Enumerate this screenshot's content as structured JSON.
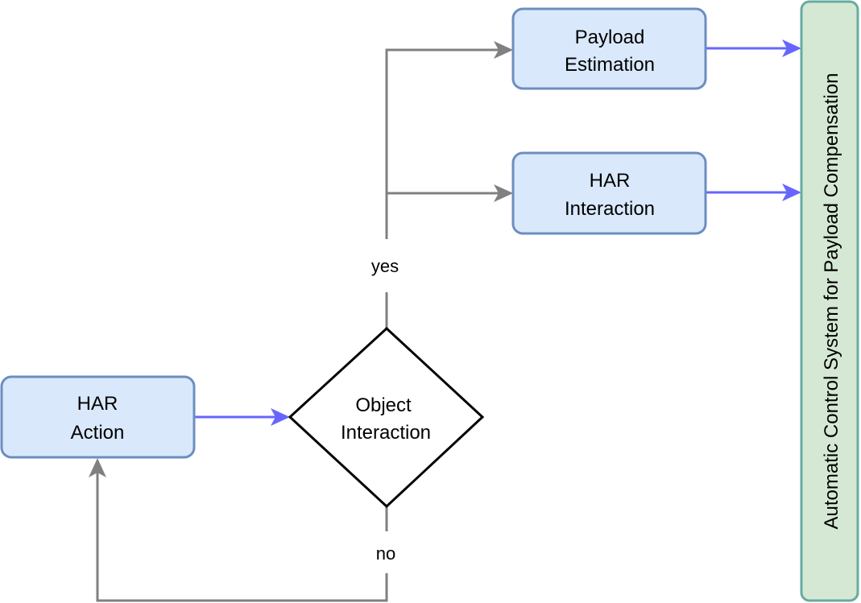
{
  "diagram": {
    "nodes": {
      "har_action": {
        "line1": "HAR",
        "line2": "Action"
      },
      "object_interaction": {
        "line1": "Object",
        "line2": "Interaction"
      },
      "payload_estimation": {
        "line1": "Payload",
        "line2": "Estimation"
      },
      "har_interaction": {
        "line1": "HAR",
        "line2": "Interaction"
      },
      "control_system": {
        "label": "Automatic Control System for Payload Compensation"
      }
    },
    "edge_labels": {
      "yes": "yes",
      "no": "no"
    },
    "colors": {
      "box_fill": "#dae8fc",
      "box_stroke": "#6c8ebf",
      "control_fill": "#d5e8d4",
      "control_stroke": "#67ab9f",
      "arrow_blue": "#6666ff",
      "arrow_gray": "#808080",
      "diamond_stroke": "#000000"
    }
  }
}
